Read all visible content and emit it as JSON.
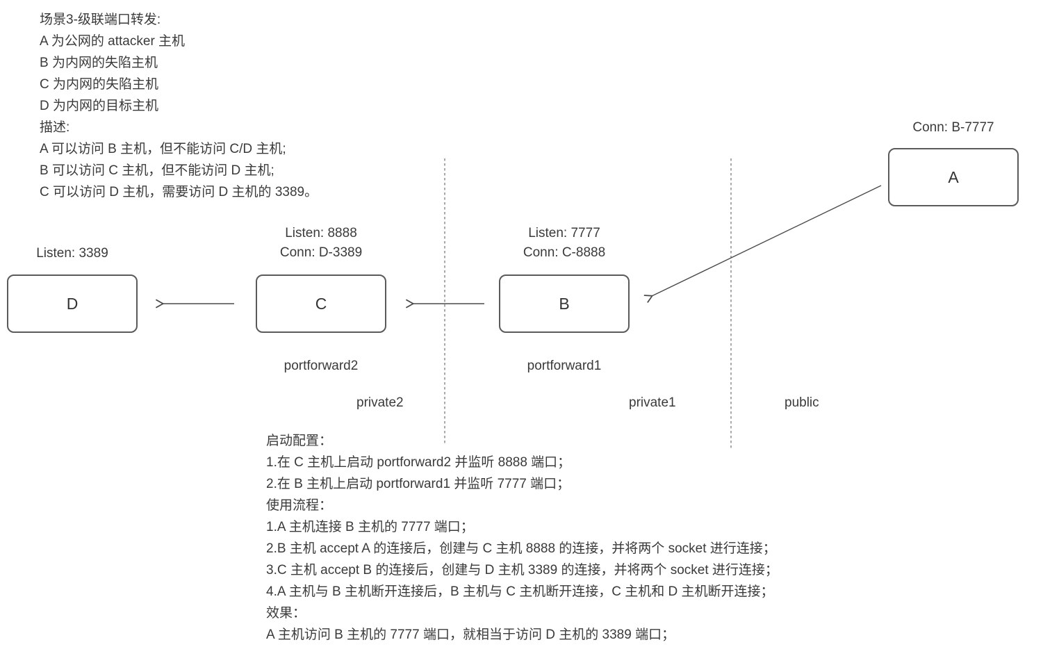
{
  "intro": {
    "lines": [
      "场景3-级联端口转发:",
      "A 为公网的 attacker 主机",
      "B 为内网的失陷主机",
      "C 为内网的失陷主机",
      "D 为内网的目标主机",
      "描述:",
      "A 可以访问 B 主机，但不能访问 C/D 主机;",
      "B 可以访问 C 主机，但不能访问 D 主机;",
      "C 可以访问 D 主机，需要访问 D 主机的 3389。"
    ]
  },
  "nodes": {
    "a": {
      "label": "A",
      "conn": "Conn: B-7777"
    },
    "b": {
      "label": "B",
      "listen": "Listen: 7777",
      "conn": "Conn: C-8888",
      "tool": "portforward1"
    },
    "c": {
      "label": "C",
      "listen": "Listen: 8888",
      "conn": "Conn: D-3389",
      "tool": "portforward2"
    },
    "d": {
      "label": "D",
      "listen": "Listen: 3389"
    }
  },
  "zones": {
    "private2": "private2",
    "private1": "private1",
    "public": "public"
  },
  "notes": {
    "lines": [
      "启动配置：",
      "1.在 C 主机上启动 portforward2 并监听 8888 端口；",
      "2.在 B 主机上启动 portforward1 并监听 7777 端口；",
      "使用流程：",
      "1.A 主机连接 B 主机的 7777 端口；",
      "2.B 主机 accept A 的连接后，创建与 C 主机 8888 的连接，并将两个 socket 进行连接；",
      "3.C 主机 accept B 的连接后，创建与 D 主机 3389 的连接，并将两个 socket 进行连接；",
      "4.A 主机与 B 主机断开连接后，B 主机与 C 主机断开连接，C 主机和 D 主机断开连接；",
      "效果：",
      "A 主机访问 B 主机的 7777 端口，就相当于访问 D 主机的 3389 端口；"
    ]
  },
  "colors": {
    "text": "#3a3a3a",
    "line": "#5a5a5a"
  }
}
